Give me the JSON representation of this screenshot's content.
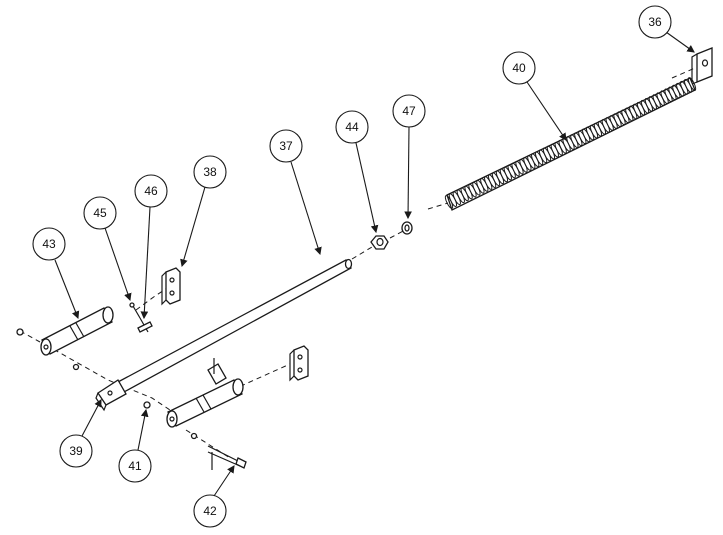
{
  "diagram": {
    "callouts": [
      {
        "id": "balloon-36",
        "label": "36"
      },
      {
        "id": "balloon-40",
        "label": "40"
      },
      {
        "id": "balloon-47",
        "label": "47"
      },
      {
        "id": "balloon-44",
        "label": "44"
      },
      {
        "id": "balloon-37",
        "label": "37"
      },
      {
        "id": "balloon-38",
        "label": "38"
      },
      {
        "id": "balloon-46",
        "label": "46"
      },
      {
        "id": "balloon-45",
        "label": "45"
      },
      {
        "id": "balloon-43",
        "label": "43"
      },
      {
        "id": "balloon-39",
        "label": "39"
      },
      {
        "id": "balloon-41",
        "label": "41"
      },
      {
        "id": "balloon-42",
        "label": "42"
      }
    ]
  }
}
